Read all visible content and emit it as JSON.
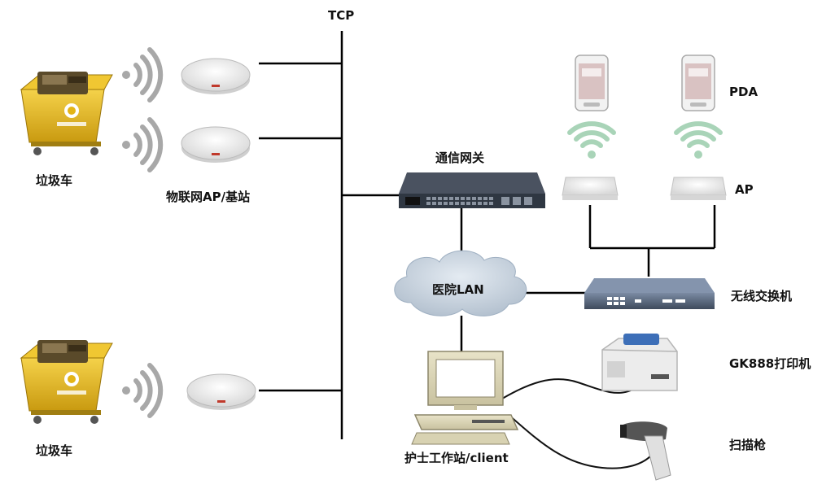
{
  "bus": {
    "label": "TCP"
  },
  "labels": {
    "garbage_cart_top": "垃圾车",
    "garbage_cart_bottom": "垃圾车",
    "iot_ap": "物联网AP/基站",
    "gateway": "通信网关",
    "lan": "医院LAN",
    "pda": "PDA",
    "ap": "AP",
    "wireless_switch": "无线交换机",
    "printer": "GK888打印机",
    "workstation": "护士工作站/client",
    "scanner": "扫描枪"
  },
  "colors": {
    "cart_yellow": "#e3b417",
    "cart_dark": "#5a4a2a",
    "wireless_gray": "#a8a8a8",
    "wireless_green": "#a9d4b8",
    "cloud": "#c5d2de",
    "device_dark": "#2f3742",
    "switch_blue": "#5a6f8c",
    "line": "#000000"
  },
  "icons": [
    "garbage-cart-icon",
    "wireless-signal-icon",
    "iot-ap-icon",
    "gateway-icon",
    "cloud-icon",
    "pda-icon",
    "ap-icon",
    "wireless-switch-icon",
    "printer-icon",
    "workstation-icon",
    "scanner-icon"
  ]
}
